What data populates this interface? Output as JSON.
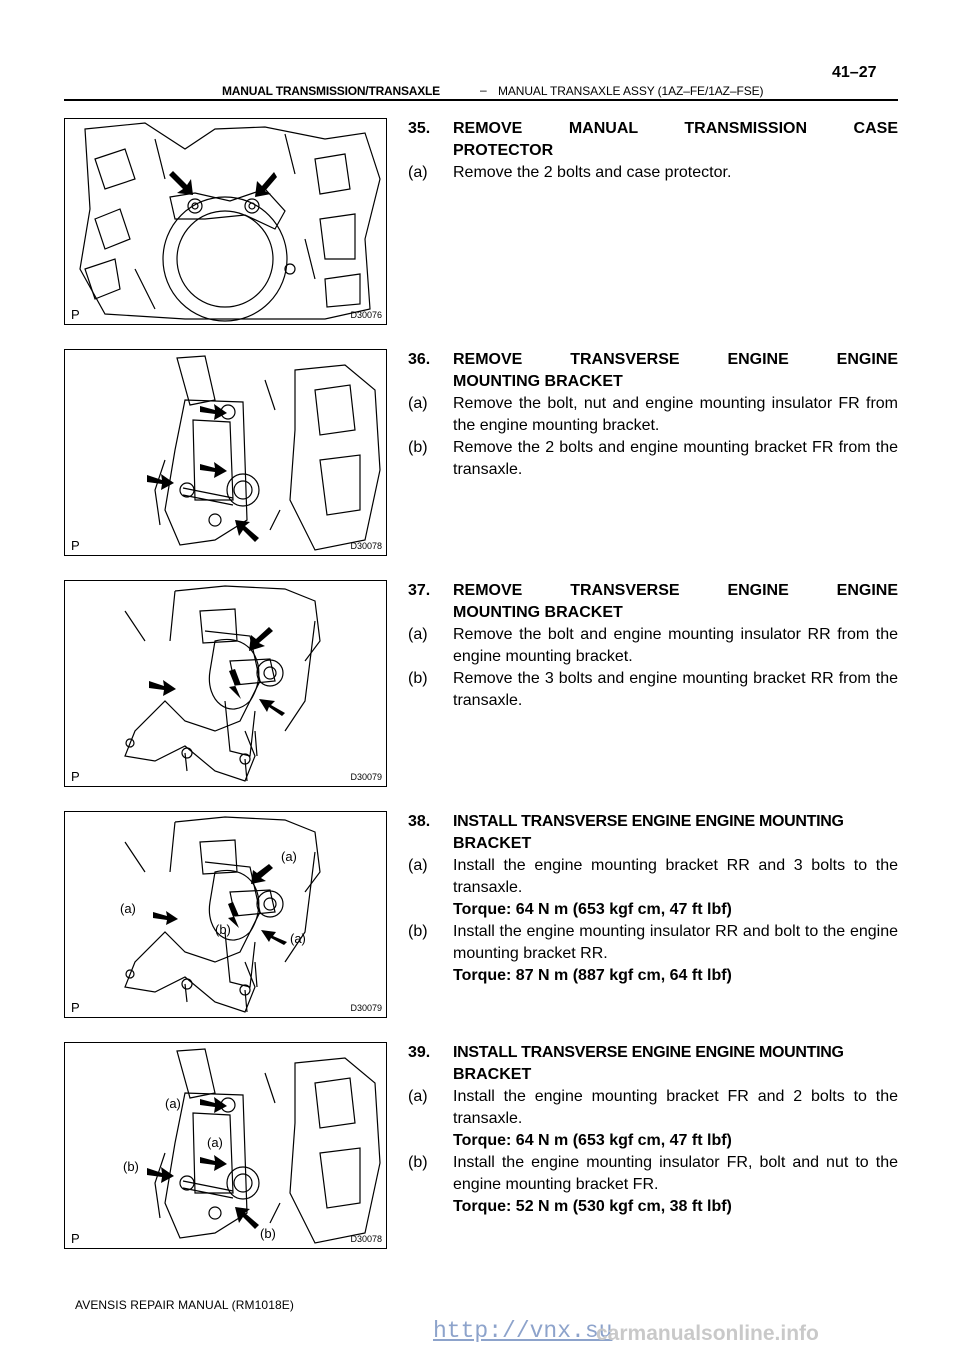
{
  "header": {
    "section": "MANUAL TRANSMISSION/TRANSAXLE",
    "dash": "–",
    "subsection": "MANUAL TRANSAXLE ASSY (1AZ–FE/1AZ–FSE)",
    "page": "41–27"
  },
  "footer": {
    "manual": "AVENSIS REPAIR MANUAL   (RM1018E)"
  },
  "watermark": {
    "url": "http://vnx.su",
    "site": "carmanualsonline.info"
  },
  "figures": [
    {
      "marker": "P",
      "code": "D30076"
    },
    {
      "marker": "P",
      "code": "D30078"
    },
    {
      "marker": "P",
      "code": "D30079"
    },
    {
      "marker": "P",
      "code": "D30079",
      "callouts": [
        "(a)",
        "(a)",
        "(b)",
        "(a)"
      ]
    },
    {
      "marker": "P",
      "code": "D30078",
      "callouts": [
        "(a)",
        "(a)",
        "(b)",
        "(b)"
      ]
    }
  ],
  "steps": [
    {
      "num": "35.",
      "title1": "REMOVE MANUAL TRANSMISSION CASE",
      "title2": "PROTECTOR",
      "items": [
        {
          "label": "(a)",
          "text": "Remove the 2 bolts and case protector."
        }
      ]
    },
    {
      "num": "36.",
      "title1": "REMOVE TRANSVERSE ENGINE ENGINE",
      "title2": "MOUNTING BRACKET",
      "items": [
        {
          "label": "(a)",
          "text": "Remove the bolt, nut and engine mounting insulator FR from the engine mounting bracket."
        },
        {
          "label": "(b)",
          "text": "Remove the 2 bolts and engine mounting bracket FR from the transaxle."
        }
      ]
    },
    {
      "num": "37.",
      "title1": "REMOVE TRANSVERSE ENGINE ENGINE",
      "title2": "MOUNTING BRACKET",
      "items": [
        {
          "label": "(a)",
          "text": "Remove the bolt and engine mounting insulator RR from the engine mounting bracket."
        },
        {
          "label": "(b)",
          "text": "Remove the 3 bolts and engine mounting bracket RR from the transaxle."
        }
      ]
    },
    {
      "num": "38.",
      "title1": "INSTALL TRANSVERSE ENGINE ENGINE MOUNTING",
      "title2": "BRACKET",
      "items": [
        {
          "label": "(a)",
          "text": "Install the engine mounting bracket RR and 3 bolts to the transaxle.",
          "torque": "Torque: 64 N m (653 kgf cm, 47 ft lbf)"
        },
        {
          "label": "(b)",
          "text": "Install the engine mounting insulator RR and bolt to the engine mounting bracket RR.",
          "torque": "Torque: 87 N m (887 kgf cm, 64 ft lbf)"
        }
      ]
    },
    {
      "num": "39.",
      "title1": "INSTALL TRANSVERSE ENGINE ENGINE MOUNTING",
      "title2": "BRACKET",
      "items": [
        {
          "label": "(a)",
          "text": "Install the engine mounting bracket FR and 2 bolts to the transaxle.",
          "torque": "Torque: 64 N m (653 kgf cm, 47 ft lbf)"
        },
        {
          "label": "(b)",
          "text": "Install the engine mounting insulator FR, bolt and nut to the engine mounting bracket FR.",
          "torque": "Torque: 52 N m (530 kgf cm, 38 ft lbf)"
        }
      ]
    }
  ]
}
